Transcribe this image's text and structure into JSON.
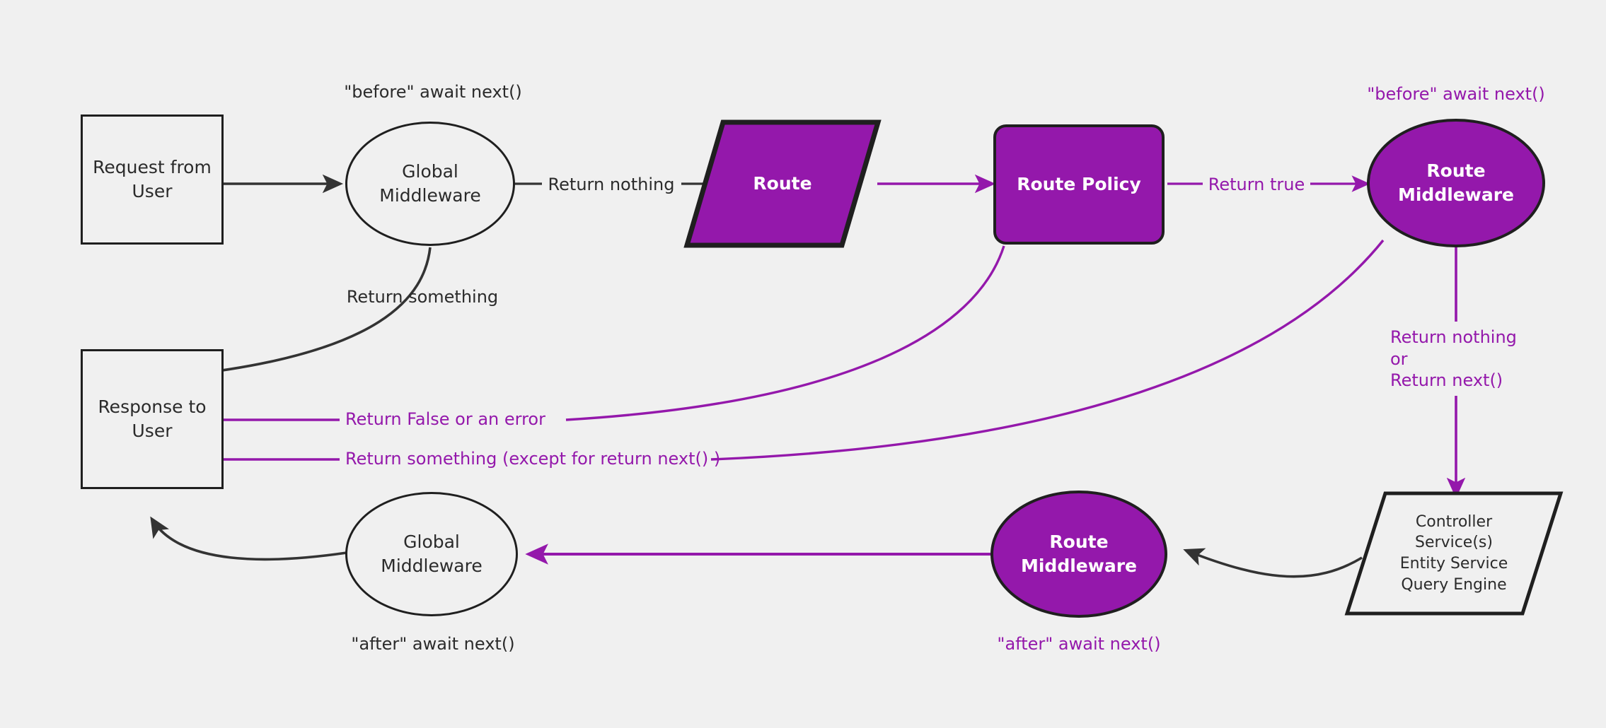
{
  "diagram": {
    "title": "Strapi middleware request lifecycle",
    "background_color": "#f0f0f0",
    "accent_color": "#9418ab",
    "stroke_color": "#1f1f1f",
    "text_color": "#2b2b2b"
  },
  "nodes": {
    "request": {
      "label": "Request from\nUser",
      "shape": "rectangle"
    },
    "global_middleware_before": {
      "label": "Global\nMiddleware",
      "shape": "ellipse"
    },
    "route": {
      "label": "Route",
      "shape": "parallelogram"
    },
    "route_policy": {
      "label": "Route Policy",
      "shape": "rounded-rectangle"
    },
    "route_middleware_before": {
      "label": "Route\nMiddleware",
      "shape": "ellipse"
    },
    "controller": {
      "label": "Controller\nService(s)\nEntity Service\nQuery Engine",
      "shape": "parallelogram"
    },
    "route_middleware_after": {
      "label": "Route\nMiddleware",
      "shape": "ellipse"
    },
    "global_middleware_after": {
      "label": "Global\nMiddleware",
      "shape": "ellipse"
    },
    "response": {
      "label": "Response to\nUser",
      "shape": "rectangle"
    }
  },
  "annotations": {
    "before_await_next_global": "\"before\" await next()",
    "before_await_next_route": "\"before\" await next()",
    "after_await_next_global": "\"after\" await next()",
    "after_await_next_route": "\"after\" await next()"
  },
  "edge_labels": {
    "return_nothing": "Return nothing",
    "return_something": "Return something",
    "return_true": "Return true",
    "return_nothing_or_next": "Return nothing\nor\nReturn next()",
    "return_false_or_error": "Return False or an error",
    "return_something_except_next": "Return something (except for return next() )"
  }
}
